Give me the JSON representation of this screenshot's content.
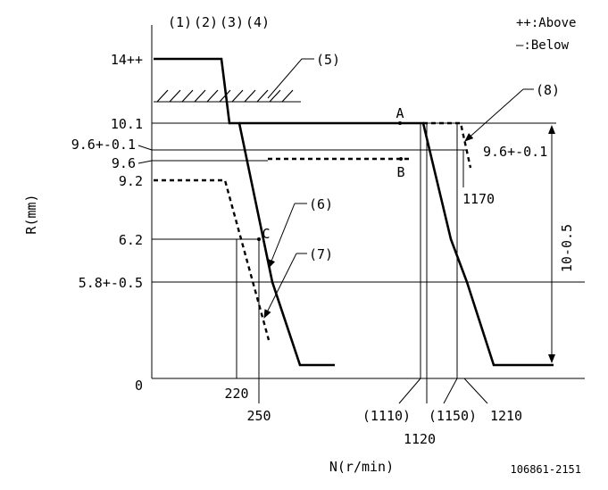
{
  "header": {
    "cond_labels": [
      "(1)",
      "(2)",
      "(3)",
      "(4)"
    ],
    "legend_above": "++:Above",
    "legend_below": "—:Below"
  },
  "axes": {
    "ylabel": "R(mm)",
    "xlabel": "N(r/min)",
    "origin": "0"
  },
  "y_ticks": [
    "14++",
    "10.1",
    "9.6+-0.1",
    "9.6",
    "9.2",
    "6.2",
    "5.8+-0.5"
  ],
  "x_ticks": [
    "220",
    "250",
    "(1110)",
    "1120",
    "(1150)",
    "1210",
    "1170"
  ],
  "callouts": [
    "(5)",
    "(6)",
    "(7)",
    "(8)"
  ],
  "points": [
    "A",
    "B",
    "C"
  ],
  "annotations": {
    "right_value": "9.6+-0.1",
    "vertical_dim": "10-0.5"
  },
  "footer": {
    "drawing_id": "106861-2151"
  }
}
